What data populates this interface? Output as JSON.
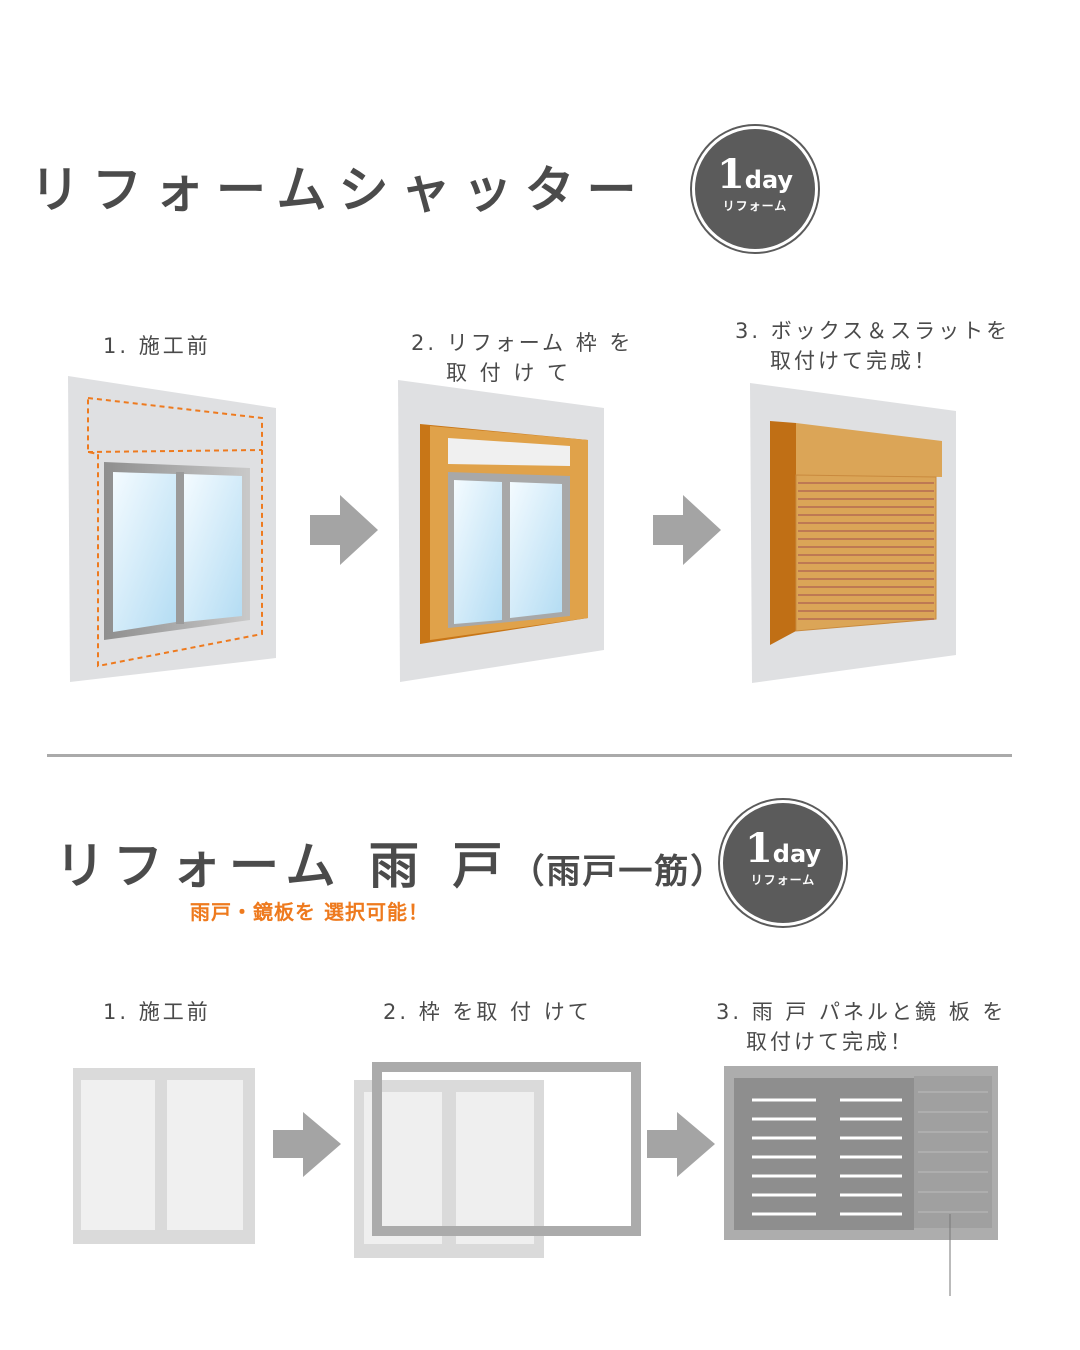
{
  "section1": {
    "title": "リフォームシャッター",
    "badge": {
      "big": "1",
      "day": "day",
      "sub": "リフォーム"
    },
    "steps": [
      {
        "line1": "1. 施工前",
        "line2": ""
      },
      {
        "line1": "2. リフォーム 枠 を",
        "line2": "取 付 け て"
      },
      {
        "line1": "3. ボックス＆スラットを",
        "line2": "取付けて完成！"
      }
    ]
  },
  "section2": {
    "title": "リフォーム 雨 戸",
    "title_paren": "（雨戸一筋）",
    "note": "雨戸・鏡板を 選択可能！",
    "badge": {
      "big": "1",
      "day": "day",
      "sub": "リフォーム"
    },
    "steps": [
      {
        "line1": "1. 施工前",
        "line2": ""
      },
      {
        "line1": "2. 枠 を取 付 けて",
        "line2": ""
      },
      {
        "line1": "3. 雨 戸 パネルと鏡 板 を",
        "line2": "取付けて完成！"
      }
    ]
  },
  "colors": {
    "text": "#4a4a4a",
    "accent_orange": "#ee7a1e",
    "badge": "#5b5b5b",
    "frame_wood": "#d9892a",
    "arrow": "#a4a4a4",
    "wall": "#dfe0e2"
  }
}
